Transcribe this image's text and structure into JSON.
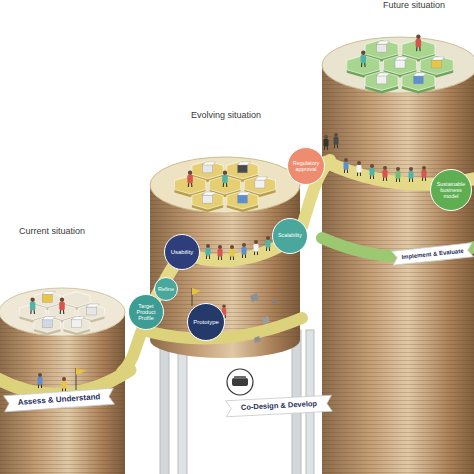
{
  "diagram": {
    "nodes": [
      {
        "text": [
          "Assess & Understand"
        ]
      },
      {
        "text": [
          "Target Product Profile"
        ]
      },
      {
        "text": [
          "Refine"
        ]
      },
      {
        "text": [
          "Usability"
        ]
      },
      {
        "text": [
          "Prototype"
        ]
      },
      {
        "text": [
          "Co-Design & Develop"
        ]
      },
      {
        "text": [
          "Scalability"
        ]
      },
      {
        "text": [
          "Regulatory approval"
        ]
      },
      {
        "text": [
          "Implement & Evaluate"
        ]
      },
      {
        "text": [
          "Sustainable business model"
        ]
      }
    ],
    "labels": [
      "Current situation",
      "Evolving situation",
      "Future situation"
    ]
  }
}
